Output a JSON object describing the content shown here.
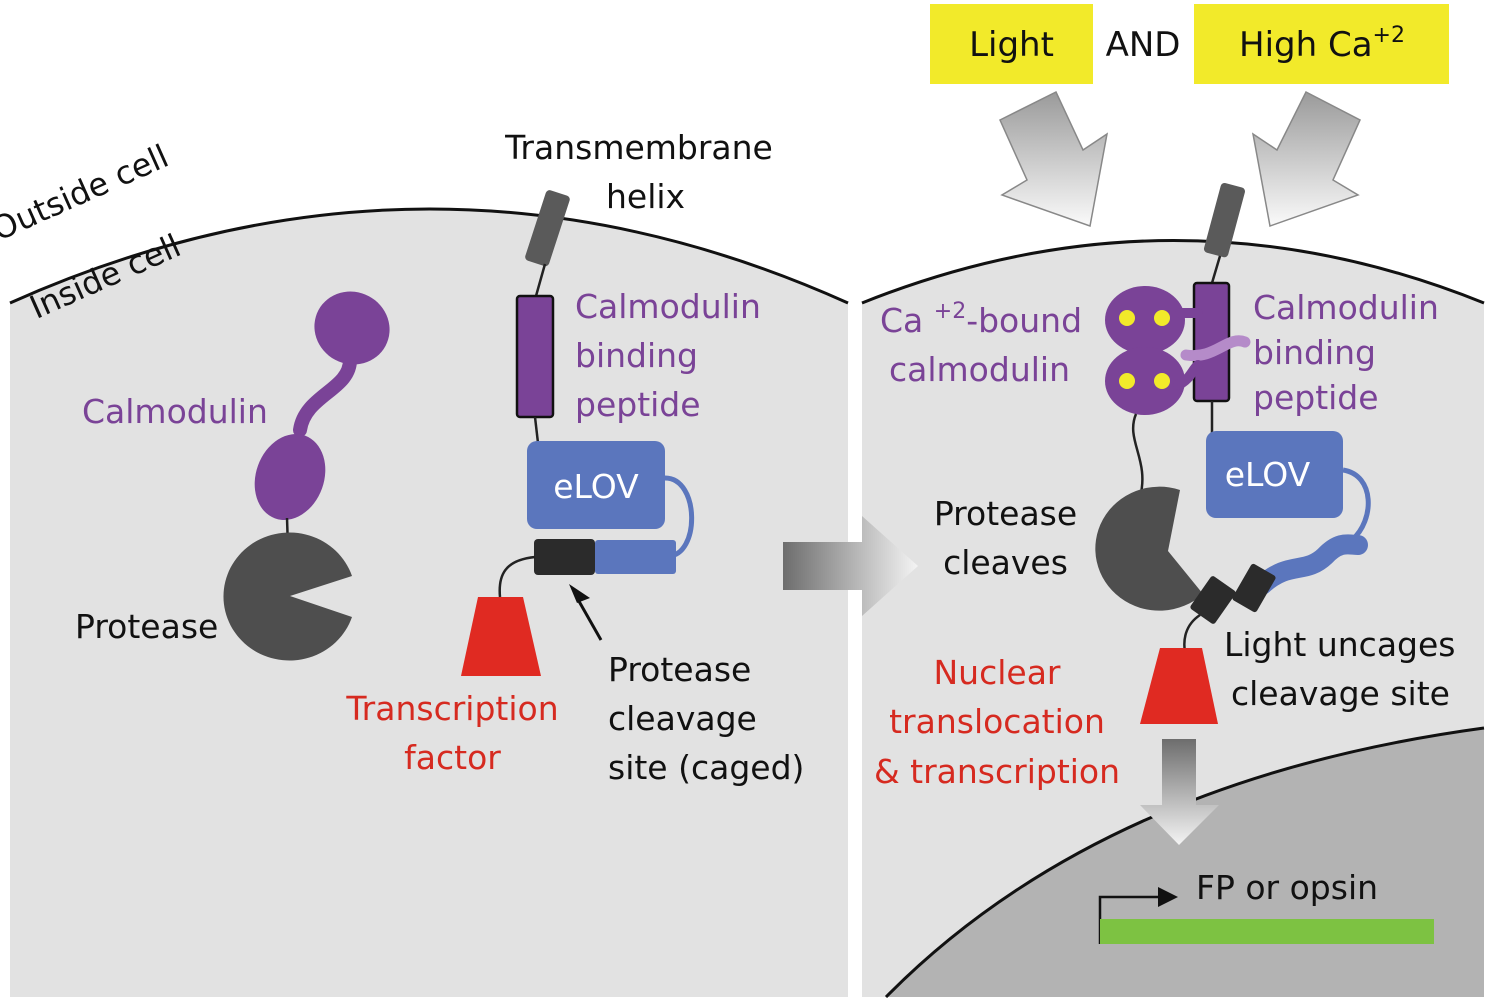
{
  "colors": {
    "cell": "#e2e2e2",
    "nucleus": "#b3b3b3",
    "calmodulin": "#7a4397",
    "protease": "#4e4e4e",
    "elov": "#5b76bd",
    "transcription_factor": "#e02a22",
    "cleavage_site": "#2b2b2b",
    "reporter": "#7dc242",
    "input_box": "#f2ea2a",
    "calcium_ion": "#f2ea2a"
  },
  "inputs": {
    "light": "Light",
    "and": "AND",
    "calcium": "High Ca",
    "calcium_charge": "+2"
  },
  "left_panel": {
    "outside_cell": "Outside cell",
    "inside_cell": "Inside cell",
    "calmodulin": "Calmodulin",
    "protease": "Protease",
    "transmembrane_1": "Transmembrane",
    "transmembrane_2": "helix",
    "cbp_1": "Calmodulin",
    "cbp_2": "binding",
    "cbp_3": "peptide",
    "elov": "eLOV",
    "tf_1": "Transcription",
    "tf_2": "factor",
    "cleavage_1": "Protease",
    "cleavage_2": "cleavage",
    "cleavage_3": "site (caged)"
  },
  "right_panel": {
    "ca_bound_prefix": "Ca",
    "ca_bound_charge": "+2",
    "ca_bound_suffix": "-bound",
    "ca_bound_2": "calmodulin",
    "cbp_1": "Calmodulin",
    "cbp_2": "binding",
    "cbp_3": "peptide",
    "elov": "eLOV",
    "protease_1": "Protease",
    "protease_2": "cleaves",
    "uncage_1": "Light uncages",
    "uncage_2": "cleavage site",
    "nuclear_1": "Nuclear",
    "nuclear_2": "translocation",
    "nuclear_3": "& transcription",
    "reporter": "FP or opsin"
  }
}
